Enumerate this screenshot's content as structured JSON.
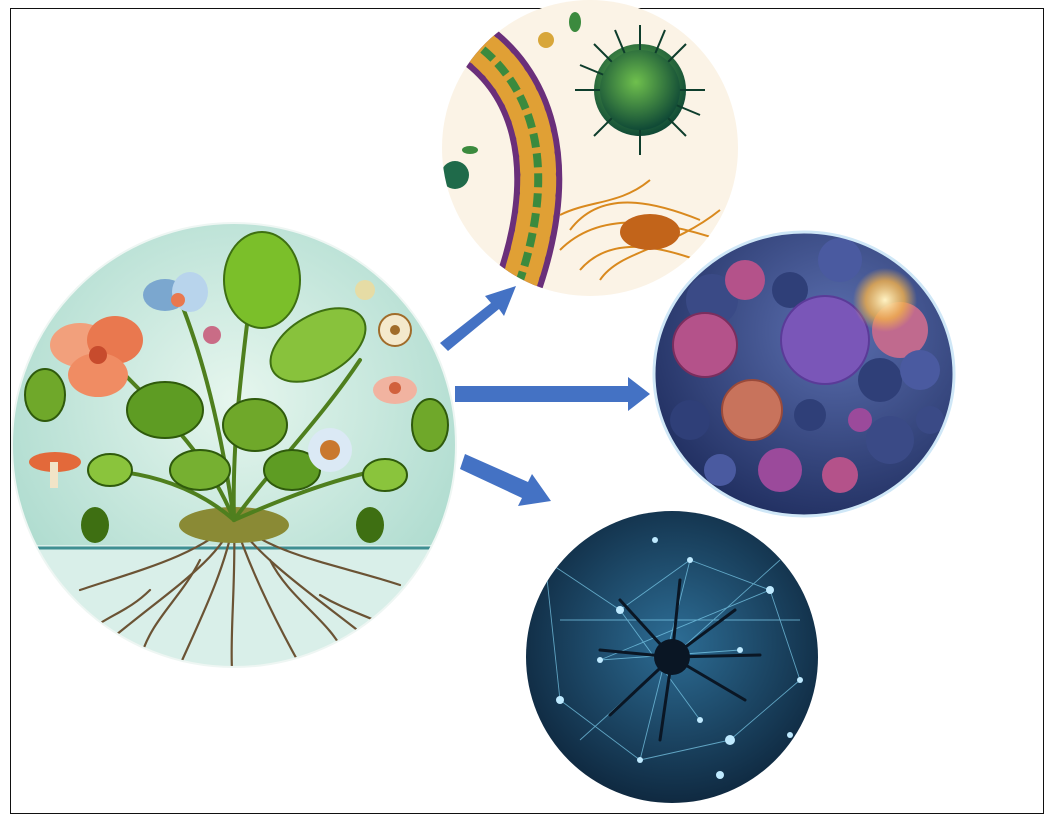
{
  "diagram": {
    "source_illustration": {
      "name": "plant-with-roots",
      "palette": {
        "sky": "#cfeee6",
        "leaf": "#6fa82a",
        "leaf_dark": "#3e6f12",
        "flower": "#e9784f",
        "root": "#6b5334",
        "soil": "#3f8f92"
      }
    },
    "targets": [
      {
        "name": "microbes-virus-bacteria",
        "palette": {
          "bg": "#fbf3e6",
          "virus": "#1f6a4a",
          "band": "#e0a035",
          "fibers": "#d9891e"
        }
      },
      {
        "name": "cell-cluster",
        "palette": {
          "bg": "#3c4f86",
          "pink": "#b4528a",
          "purple": "#7a56b8",
          "glow": "#f2b04a"
        }
      },
      {
        "name": "neuron-network",
        "palette": {
          "bg": "#0e2a44",
          "node": "#7fd0ef",
          "core": "#0a1624"
        }
      }
    ],
    "arrow_color": "#4472c4",
    "frame_color": "#111111"
  }
}
